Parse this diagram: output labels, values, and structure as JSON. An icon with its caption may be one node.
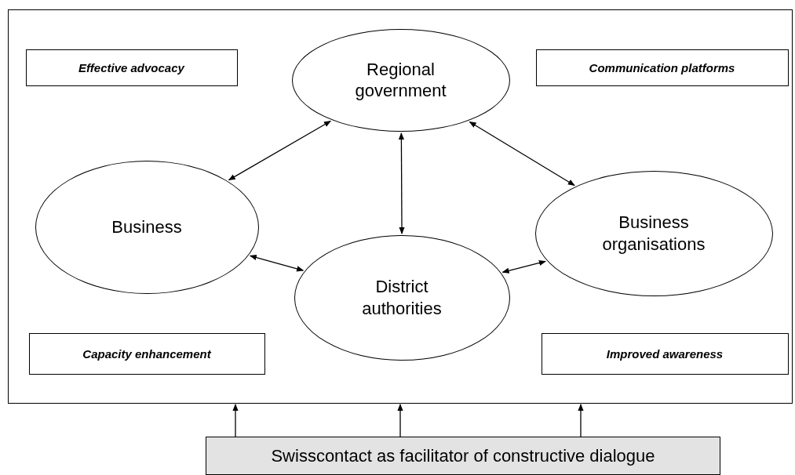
{
  "diagram": {
    "nodes": [
      {
        "text": [],
        "shape": "box"
      },
      {
        "text": [
          "Effective advocacy"
        ],
        "in": 0
      },
      {
        "text": [
          "Regional government"
        ],
        "in": 0
      },
      {
        "text": [
          "Communication platforms"
        ],
        "in": 0
      },
      {
        "text": [
          "Business"
        ],
        "in": 0
      },
      {
        "text": [
          "Business organisations"
        ],
        "in": 0
      },
      {
        "text": [
          "District authorities"
        ],
        "in": 0
      },
      {
        "text": [
          "Capacity enhancement"
        ],
        "in": 0
      },
      {
        "text": [
          "Improved awareness"
        ],
        "in": 0
      },
      {
        "text": [
          "Swisscontact as facilitator of constructive dialogue"
        ]
      }
    ],
    "edges": [
      {
        "from": 2,
        "to": 4,
        "arrow": "both"
      },
      {
        "from": 2,
        "to": 5,
        "arrow": "both"
      },
      {
        "from": 2,
        "to": 6,
        "arrow": "both"
      },
      {
        "from": 4,
        "to": 6,
        "arrow": "both"
      },
      {
        "from": 5,
        "to": 6,
        "arrow": "both"
      },
      {
        "from": 9,
        "to": 0,
        "arrow": "to"
      },
      {
        "from": 9,
        "to": 0,
        "arrow": "to"
      },
      {
        "from": 9,
        "to": 0,
        "arrow": "to"
      }
    ]
  }
}
